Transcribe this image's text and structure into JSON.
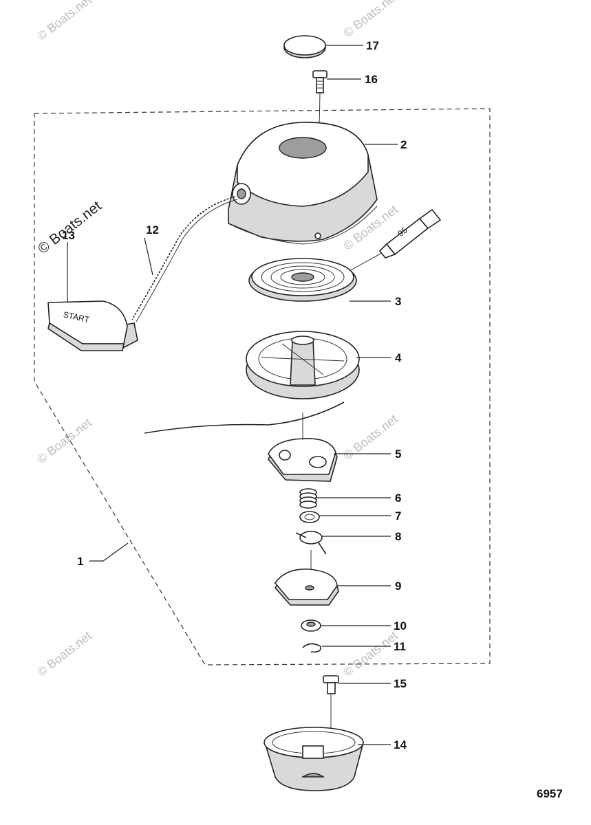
{
  "diagram": {
    "part_numbers": [
      "1",
      "2",
      "3",
      "4",
      "5",
      "6",
      "7",
      "8",
      "9",
      "10",
      "11",
      "12",
      "13",
      "14",
      "15",
      "16",
      "17"
    ],
    "tube_label": "95",
    "handle_text": "START",
    "figure_number": "6957",
    "watermark_text": "© Boats.net",
    "colors": {
      "ink": "#222222",
      "shade": "#d9d9d9",
      "watermark": "#bdbdbd"
    }
  }
}
